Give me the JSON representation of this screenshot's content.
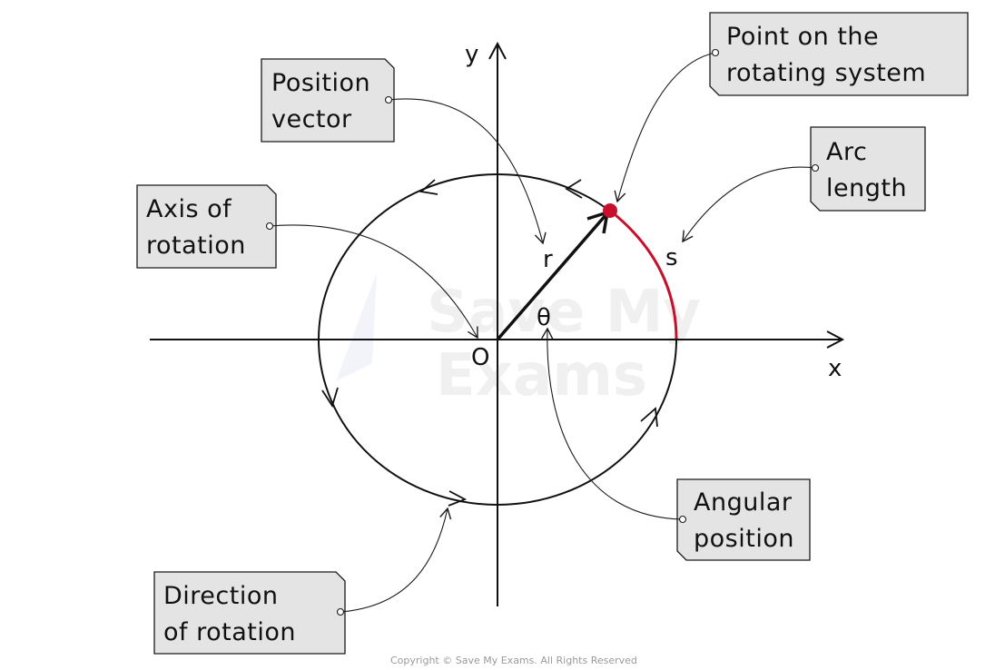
{
  "axes": {
    "x_label": "x",
    "y_label": "y",
    "origin_label": "O"
  },
  "symbols": {
    "radius": "r",
    "angle": "θ",
    "arc": "s"
  },
  "labels": {
    "position_vector": [
      "Position",
      "vector"
    ],
    "point_on_system": [
      "Point on the",
      "rotating system"
    ],
    "arc_length": [
      "Arc",
      "length"
    ],
    "axis_of_rotation": [
      "Axis of",
      "rotation"
    ],
    "angular_position": [
      "Angular",
      "position"
    ],
    "direction_of_rotation": [
      "Direction",
      "of rotation"
    ]
  },
  "watermark": [
    "Save My",
    "Exams"
  ],
  "copyright": "Copyright © Save My Exams. All Rights Reserved",
  "colors": {
    "arc": "#c8102e",
    "point": "#c8102e",
    "line": "#111111",
    "box_fill": "#e4e4e4"
  }
}
